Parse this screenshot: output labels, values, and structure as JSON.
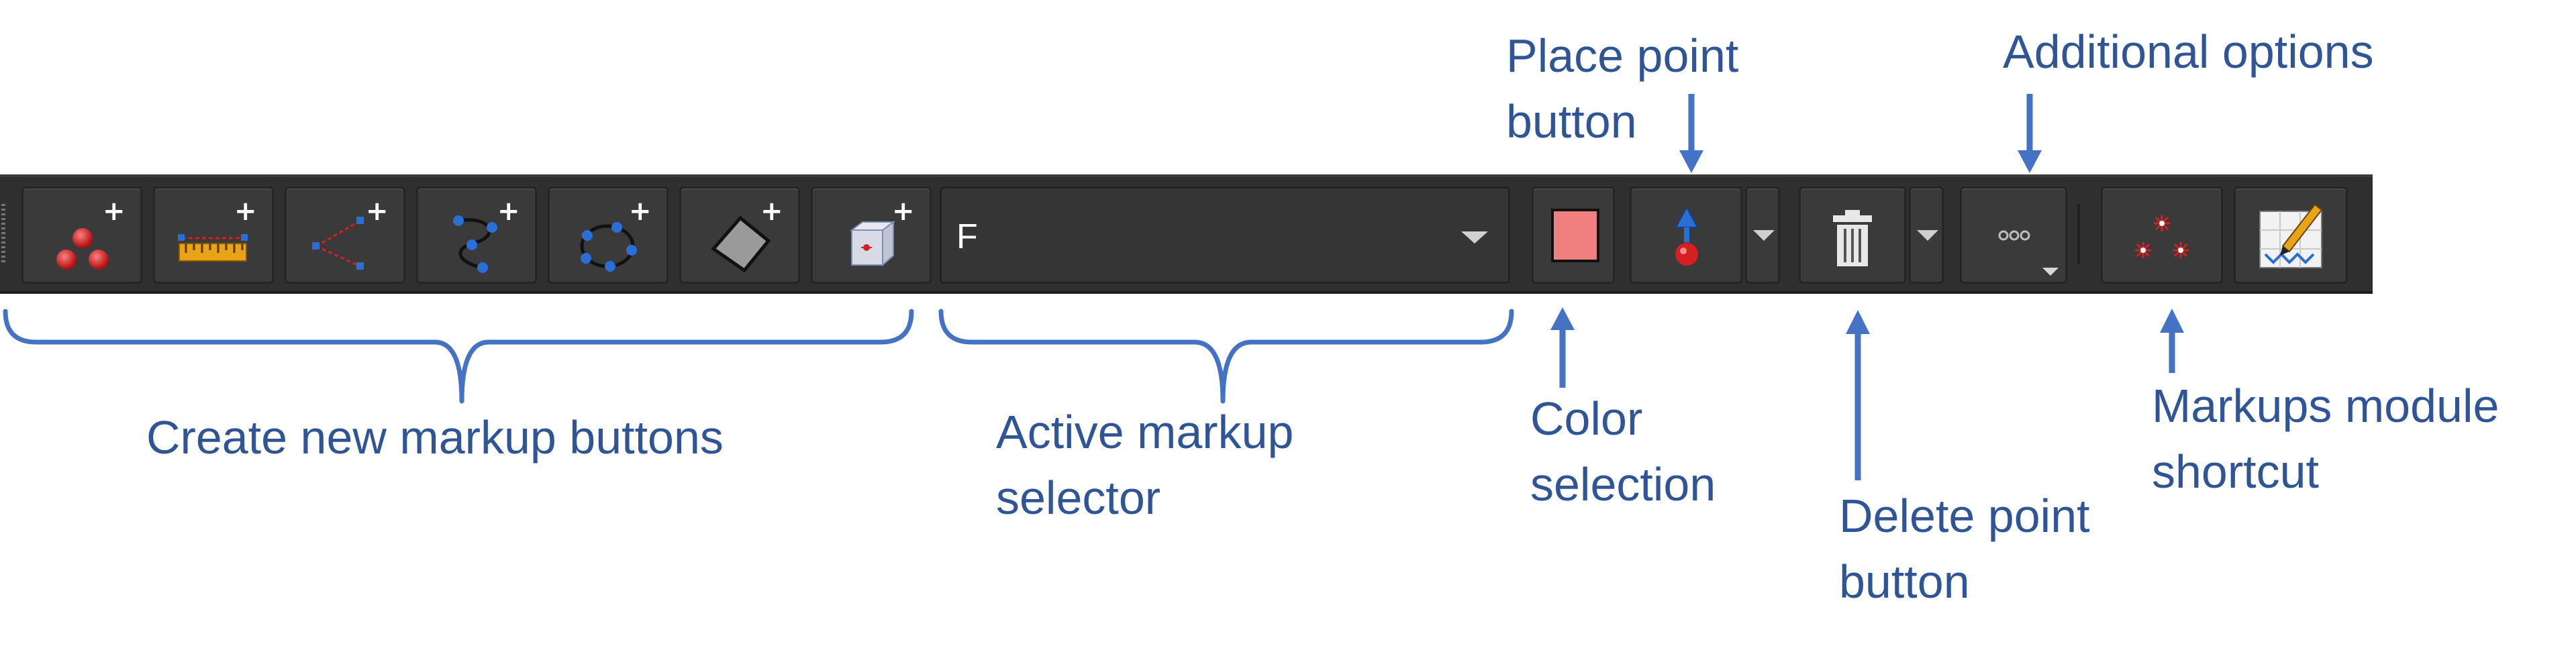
{
  "toolbar": {
    "create_buttons": [
      {
        "name": "point-list",
        "icon": "fiducial-points-icon"
      },
      {
        "name": "line",
        "icon": "ruler-line-icon"
      },
      {
        "name": "angle",
        "icon": "angle-icon"
      },
      {
        "name": "open-curve",
        "icon": "open-curve-icon"
      },
      {
        "name": "closed-curve",
        "icon": "closed-curve-icon"
      },
      {
        "name": "plane",
        "icon": "plane-icon"
      },
      {
        "name": "roi",
        "icon": "roi-box-icon"
      }
    ],
    "markup_selector": {
      "value": "F"
    },
    "color_swatch": "#f08080",
    "place_point_icon": "place-point-icon",
    "delete_point_icon": "trash-icon",
    "additional_options_icon": "more-options-icon",
    "markups_module_icon": "markups-module-icon",
    "last_icon": "chart-pencil-icon"
  },
  "labels": {
    "create_buttons": "Create new markup buttons",
    "active_selector_1": "Active markup",
    "active_selector_2": "selector",
    "color_selection_1": "Color",
    "color_selection_2": "selection",
    "place_point_1": "Place point",
    "place_point_2": "button",
    "delete_point_1": "Delete point",
    "delete_point_2": "button",
    "additional_options": "Additional options",
    "markups_module_1": "Markups module",
    "markups_module_2": "shortcut"
  },
  "colors": {
    "accent": "#4472c4",
    "label_text": "#2f5597",
    "toolbar_bg": "#2f2f2f",
    "point_red": "#d42020",
    "point_blue": "#2a6fd6"
  }
}
